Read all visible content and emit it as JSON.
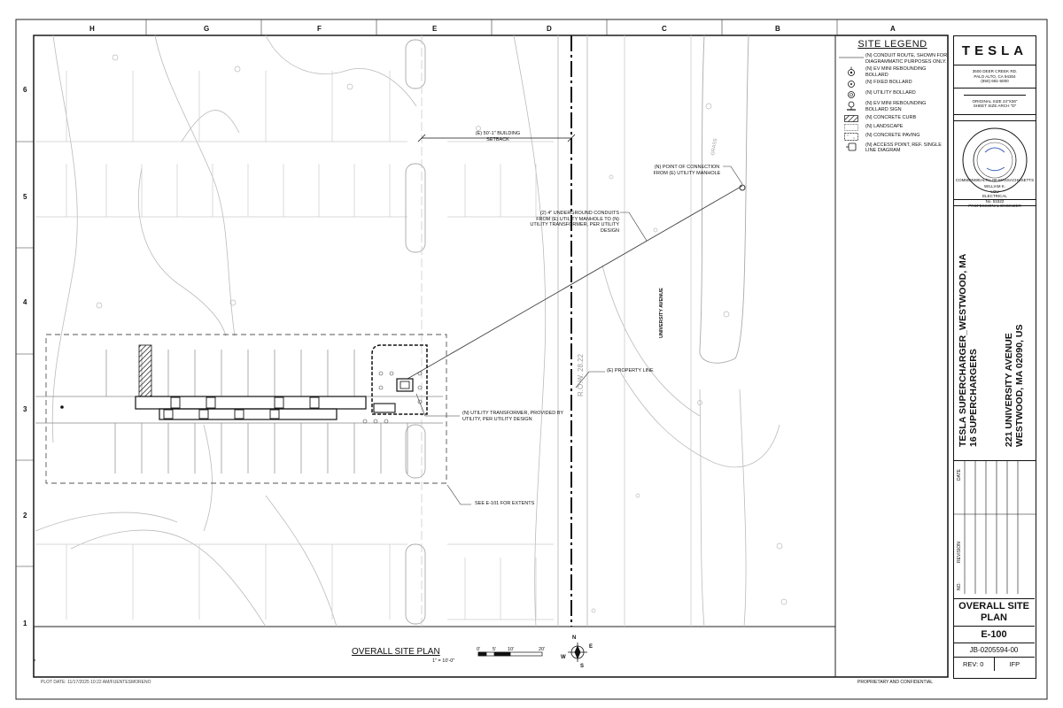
{
  "grid": {
    "columns": [
      "H",
      "G",
      "F",
      "E",
      "D",
      "C",
      "B",
      "A"
    ],
    "rows": [
      "6",
      "5",
      "4",
      "3",
      "2",
      "1"
    ]
  },
  "legend": {
    "title": "SITE LEGEND",
    "items": [
      {
        "icon": "conduit-line-icon",
        "label": "(N) CONDUIT ROUTE, SHOWN FOR DIAGRAMMATIC PURPOSES ONLY."
      },
      {
        "icon": "ev-bollard-icon",
        "label": "(N) EV MINI REBOUNDING BOLLARD"
      },
      {
        "icon": "fixed-bollard-icon",
        "label": "(N) FIXED BOLLARD"
      },
      {
        "icon": "utility-bollard-icon",
        "label": "(N) UTILITY BOLLARD"
      },
      {
        "icon": "bollard-sign-icon",
        "label": "(N) EV MINI REBOUNDING BOLLARD SIGN"
      },
      {
        "icon": "hatch-icon",
        "label": "(N) CONCRETE CURB"
      },
      {
        "icon": "landscape-icon",
        "label": "(N) LANDSCAPE"
      },
      {
        "icon": "paving-icon",
        "label": "(N) CONCRETE PAVING"
      },
      {
        "icon": "access-point-icon",
        "label": "(N) ACCESS POINT, REF. SINGLE LINE DIAGRAM"
      }
    ]
  },
  "annotations": {
    "setback": "(E) 50'-1\" BUILDING SETBACK",
    "point_of_connection": "(N) POINT OF CONNECTION FROM (E) UTILITY MANHOLE",
    "conduits": "(2) 4\" UNDERGROUND CONDUITS FROM (E) UTILITY MANHOLE TO (N) UTILITY TRANSFORMER, PER UTILITY DESIGN",
    "street": "UNIVERSITY AVENUE",
    "property_line": "(E) PROPERTY LINE",
    "transformer": "(N) UTILITY TRANSFORMER, PROVIDED BY UTILITY, PER UTILITY DESIGN",
    "extents": "SEE E-101 FOR EXTENTS",
    "grass": "GRASS",
    "row": "R.O.W. 28.22"
  },
  "title_block": {
    "logo": "TESLA",
    "address": [
      "3500 DEER CREEK RD.",
      "PALO ALTO, CA 94304",
      "(650) 681-5000"
    ],
    "size": [
      "ORIGINAL SIZE 24\"X36\"",
      "SHEET SIZE ARCH \"D\""
    ],
    "seal": [
      "COMMONWEALTH OF MASSACHUSETTS",
      "WILLIAM K.",
      "LOU",
      "ELECTRICAL",
      "No. 51522",
      "PROFESSIONAL ENGINEER"
    ],
    "project_line1": "TESLA SUPERCHARGER_WESTWOOD, MA",
    "project_line2": "16 SUPERCHARGERS",
    "address_line1": "221 UNIVERSITY AVENUE",
    "address_line2": "WESTWOOD, MA 02090, US",
    "date_label": "DATE",
    "revision_label": "REVISION",
    "no_label": "NO.",
    "sheet_title": "OVERALL SITE PLAN",
    "sheet_number": "E-100",
    "job_number": "JB-0205594-00",
    "rev": "REV: 0",
    "status": "IFP"
  },
  "plan": {
    "title": "OVERALL SITE PLAN",
    "scale": "1\" = 10'-0\"",
    "scale_ticks": [
      "0'",
      "5'",
      "10'",
      "20'"
    ],
    "north_labels": [
      "N",
      "E",
      "S",
      "W"
    ]
  },
  "footer": {
    "plot_date": "PLOT DATE: 11/17/2025 10:22 AM/FUENTESMORENO",
    "confidential": "PROPRIETARY AND CONFIDENTIAL"
  }
}
